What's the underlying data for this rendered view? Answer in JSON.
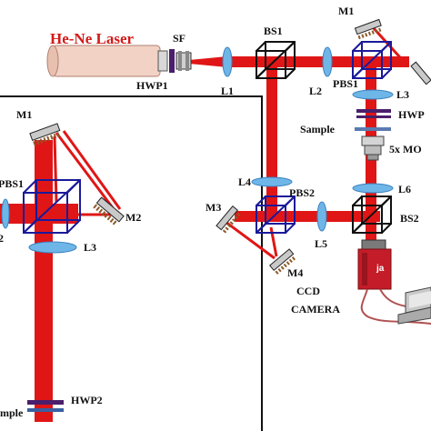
{
  "colors": {
    "beam": "#e01616",
    "cube_edge": "#1a1a9a",
    "lens_fill": "#6fb6e8",
    "label_text": "#111111",
    "laser_label": "#d21a1a",
    "tube_fill": "#f2d2c4",
    "camera_body": "#c41c28",
    "cable": "#b05050"
  },
  "main_setup": {
    "laser_label": "He-Ne Laser",
    "labels": {
      "sf": "SF",
      "hwp1": "HWP1",
      "l1": "L1",
      "bs1": "BS1",
      "l2": "L2",
      "m1": "M1",
      "pbs1": "PBS1",
      "l3": "L3",
      "hwp_cut": "HWP",
      "sample": "Sample",
      "objective": "5x MO",
      "l4": "L4",
      "pbs2": "PBS2",
      "m3": "M3",
      "m4": "M4",
      "l5": "L5",
      "l6": "L6",
      "bs2": "BS2",
      "ccd_line1": "CCD",
      "ccd_line2": "CAMERA"
    }
  },
  "inset": {
    "labels": {
      "m1": "M1",
      "pbs1": "PBS1",
      "m2": "M2",
      "l2_cut": "2",
      "l3": "L3",
      "hwp2": "HWP2",
      "sample_cut": "mple"
    }
  }
}
